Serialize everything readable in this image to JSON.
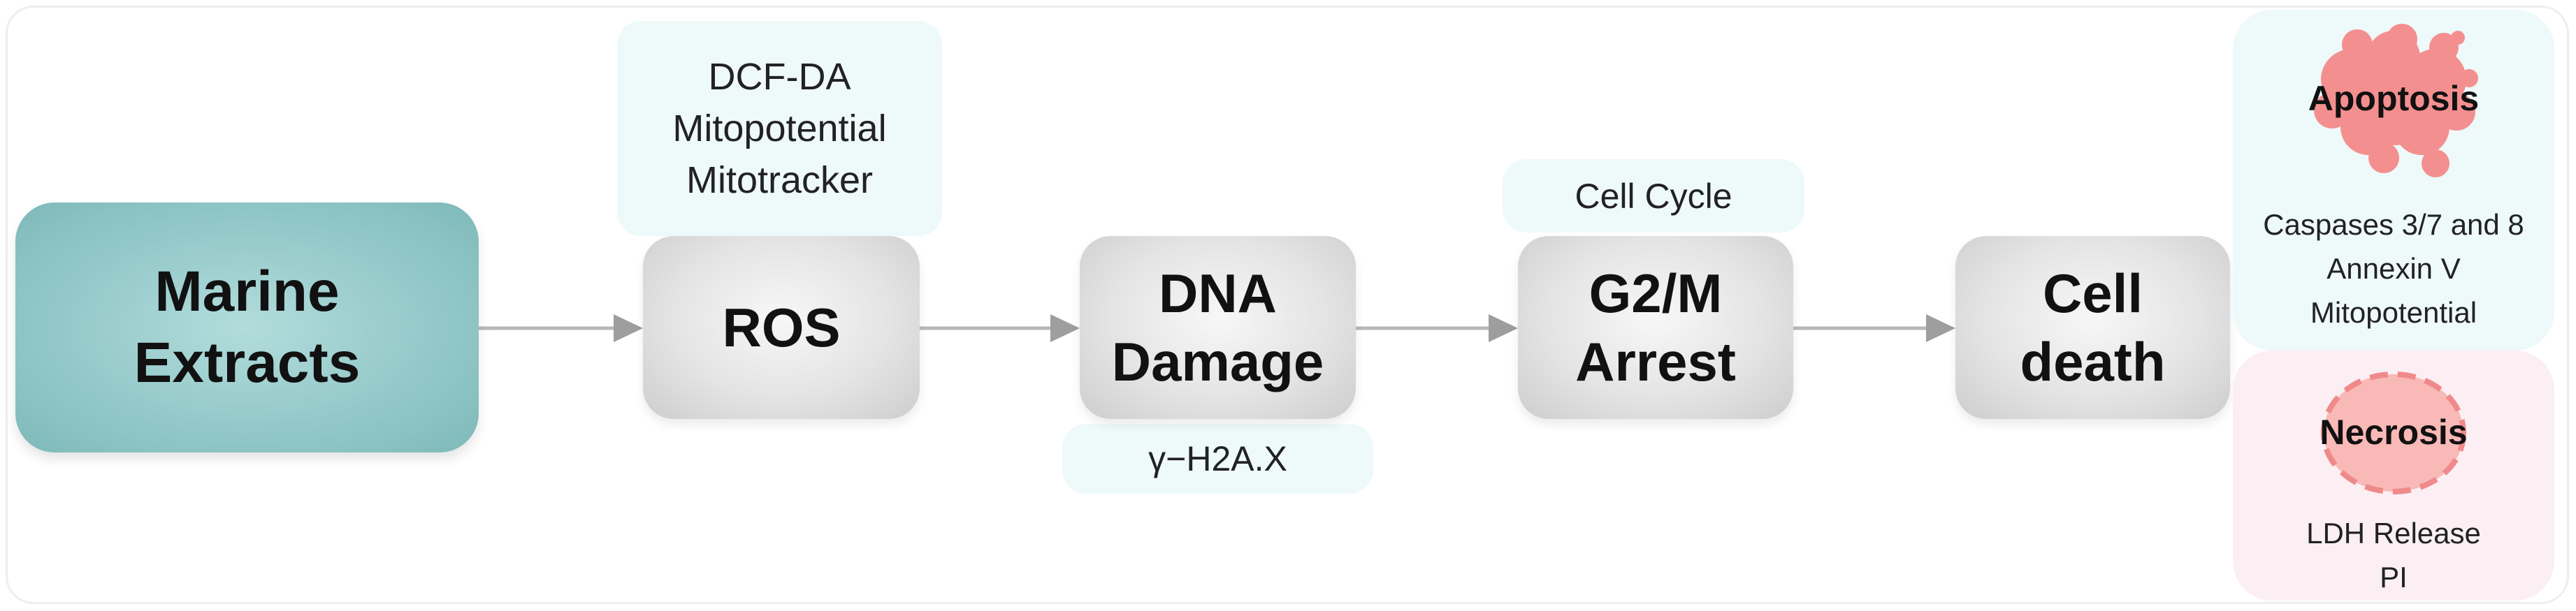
{
  "nodes": {
    "marine": [
      "Marine",
      "Extracts"
    ],
    "ros": [
      "ROS"
    ],
    "dna": [
      "DNA",
      "Damage"
    ],
    "g2m": [
      "G2/M",
      "Arrest"
    ],
    "death": [
      "Cell",
      "death"
    ]
  },
  "notes": {
    "ros": [
      "DCF-DA",
      "Mitopotential",
      "Mitotracker"
    ],
    "cell_cycle": [
      "Cell Cycle"
    ],
    "dna": [
      "γ−H2A.X"
    ]
  },
  "outcomes": {
    "apoptosis": {
      "title": "Apoptosis",
      "lines": [
        "Caspases 3/7 and 8",
        "Annexin V",
        "Mitopotential"
      ]
    },
    "necrosis": {
      "title": "Necrosis",
      "lines": [
        "LDH Release",
        "PI"
      ]
    }
  },
  "colors": {
    "accent_teal": "#95c9c9",
    "arrow": "#a6a6a6",
    "apoptosis_bg": "#eef9f9",
    "necrosis_bg": "#fbeff3",
    "apoptosis_blob": "#f48f90",
    "necrosis_blob": "#f8b9b7"
  }
}
